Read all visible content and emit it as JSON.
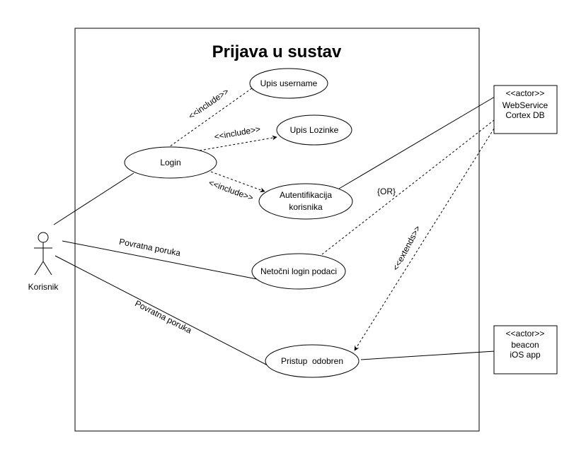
{
  "title": "Prijava u sustav",
  "actors": {
    "user": "Korisnik",
    "webservice": {
      "stereotype": "<<actor>>",
      "line1": "WebService",
      "line2": "Cortex DB"
    },
    "beacon": {
      "stereotype": "<<actor>>",
      "line1": "beacon",
      "line2": "iOS app"
    }
  },
  "use_cases": {
    "upis_username": "Upis username",
    "upis_lozinke": "Upis Lozinke",
    "login": "Login",
    "autentifikacija_line1": "Autentifikacija",
    "autentifikacija_line2": "korisnika",
    "netocni": "Netočni login podaci",
    "pristup": "Pristup  odobren"
  },
  "relations": {
    "include_1": "<<include>>",
    "include_2": "<<include>>",
    "include_3": "<<include>>",
    "or_label": "{OR}",
    "extends": "<<extends>>",
    "feedback_1": "Povratna poruka",
    "feedback_2": "Povratna poruka"
  },
  "colors": {
    "stroke": "#000000",
    "background": "#ffffff"
  }
}
